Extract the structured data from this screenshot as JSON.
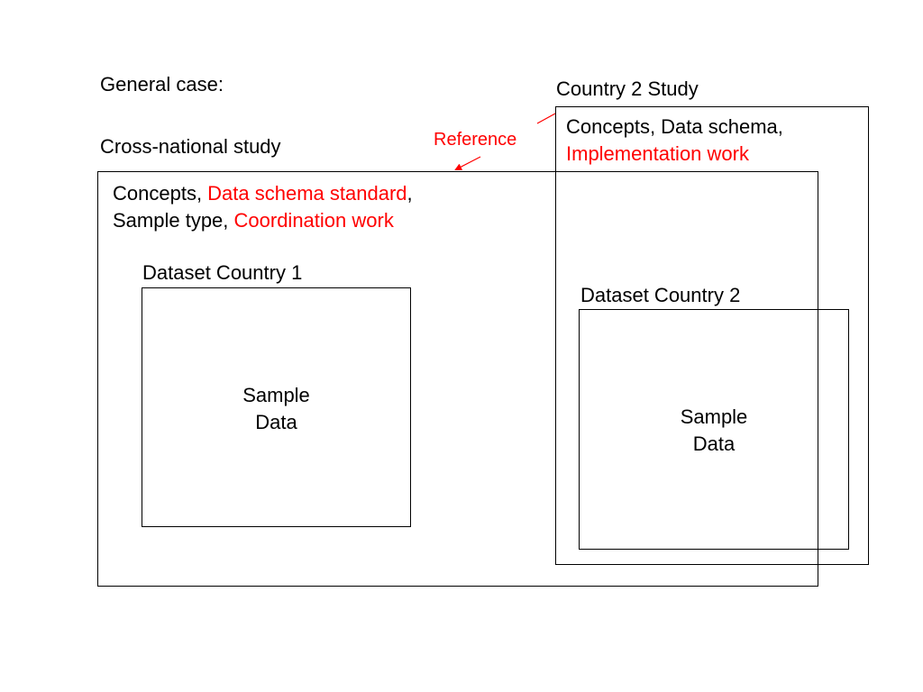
{
  "diagram": {
    "heading": "General case:",
    "cross_national": {
      "label": "Cross-national study",
      "concepts_prefix": "Concepts, ",
      "data_schema_standard": "Data schema standard",
      "comma": ",",
      "sample_type_prefix": "Sample type, ",
      "coordination_work": "Coordination work",
      "dataset_1": {
        "label": "Dataset Country 1",
        "sample_line1": "Sample",
        "sample_line2": "Data"
      }
    },
    "country2": {
      "label": "Country 2 Study",
      "concepts_line": "Concepts, Data schema,",
      "implementation_work": "Implementation work",
      "dataset_2": {
        "label": "Dataset Country 2",
        "sample_line1": "Sample",
        "sample_line2": "Data"
      }
    },
    "reference_label": "Reference",
    "colors": {
      "accent": "#ff0000",
      "stroke": "#000000",
      "background": "#ffffff"
    }
  }
}
